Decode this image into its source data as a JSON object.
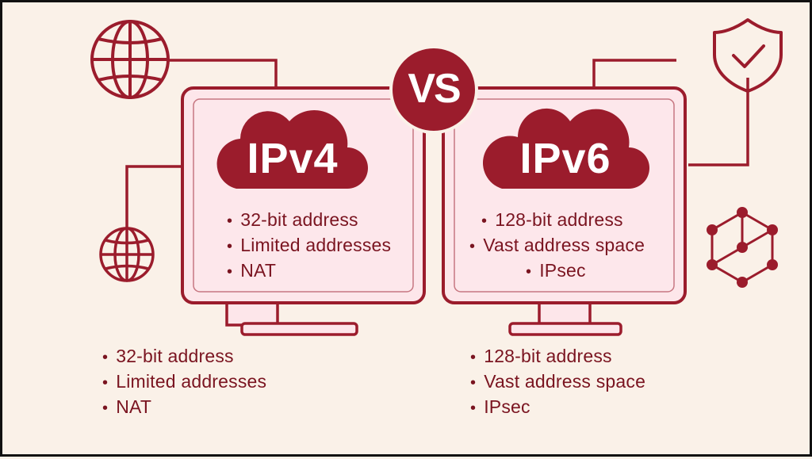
{
  "vs": "VS",
  "left": {
    "title": "IPv4",
    "screen_items": [
      "32-bit address",
      "Limited addresses",
      "NAT"
    ],
    "below_items": [
      "32-bit address",
      "Limited addresses",
      "NAT"
    ]
  },
  "right": {
    "title": "IPv6",
    "screen_items": [
      "128-bit address",
      "Vast address space",
      "IPsec"
    ],
    "below_items": [
      "128-bit address",
      "Vast address space",
      "IPsec"
    ]
  },
  "bullet": "•",
  "icons": [
    "globe-icon",
    "globe-icon",
    "shield-check-icon",
    "network-hexagon-icon"
  ],
  "colors": {
    "accent": "#9b1c2c",
    "text": "#7a1420",
    "screen": "#fde6ea",
    "background": "#faf1e8"
  }
}
